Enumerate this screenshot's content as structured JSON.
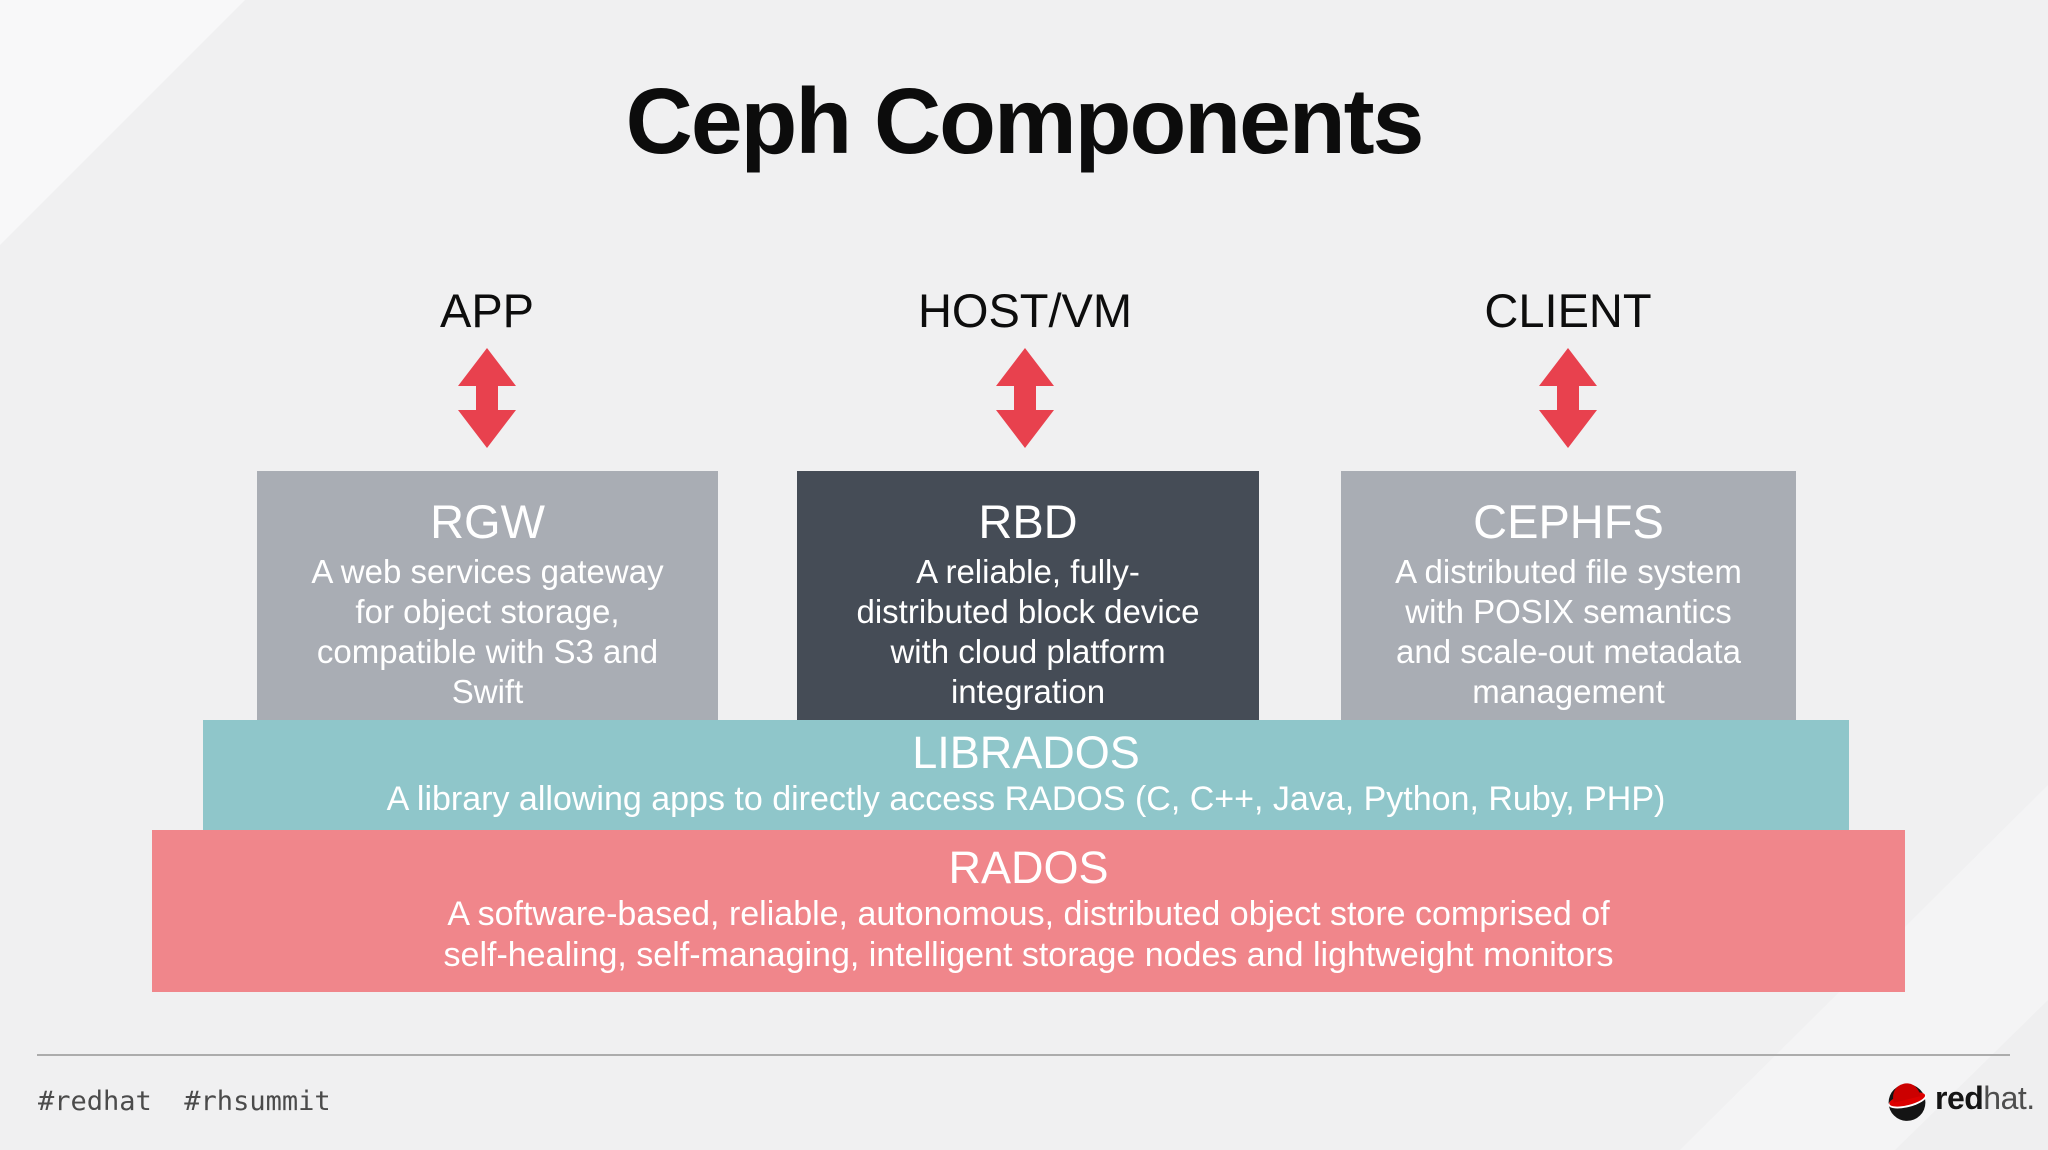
{
  "slide": {
    "title": "Ceph Components",
    "columns": [
      {
        "label": "APP",
        "box": {
          "name": "RGW",
          "description": "A web services gateway\nfor object storage,\ncompatible with S3 and\nSwift"
        }
      },
      {
        "label": "HOST/VM",
        "box": {
          "name": "RBD",
          "description": "A reliable, fully-\ndistributed block device\nwith cloud platform\nintegration"
        }
      },
      {
        "label": "CLIENT",
        "box": {
          "name": "CEPHFS",
          "description": "A distributed file system\nwith POSIX semantics\nand scale-out metadata\nmanagement"
        }
      }
    ],
    "layers": [
      {
        "name": "LIBRADOS",
        "description": "A library allowing apps to directly access RADOS (C, C++, Java, Python, Ruby, PHP)"
      },
      {
        "name": "RADOS",
        "description": "A software-based, reliable, autonomous, distributed object store comprised of\nself-healing, self-managing, intelligent storage nodes and lightweight monitors"
      }
    ],
    "footer": {
      "hashtags": "#redhat  #rhsummit",
      "logo": {
        "red": "red",
        "hat": "hat."
      }
    },
    "colors": {
      "background": "#F0F0F1",
      "box_gray": "#A9ADB4",
      "box_dark": "#454C56",
      "librados_teal": "#8FC6CA",
      "rados_pink": "#F0868B",
      "arrow_red": "#E8414E",
      "text_dark": "#0c0c0c",
      "text_white": "#FFFFFF"
    }
  }
}
